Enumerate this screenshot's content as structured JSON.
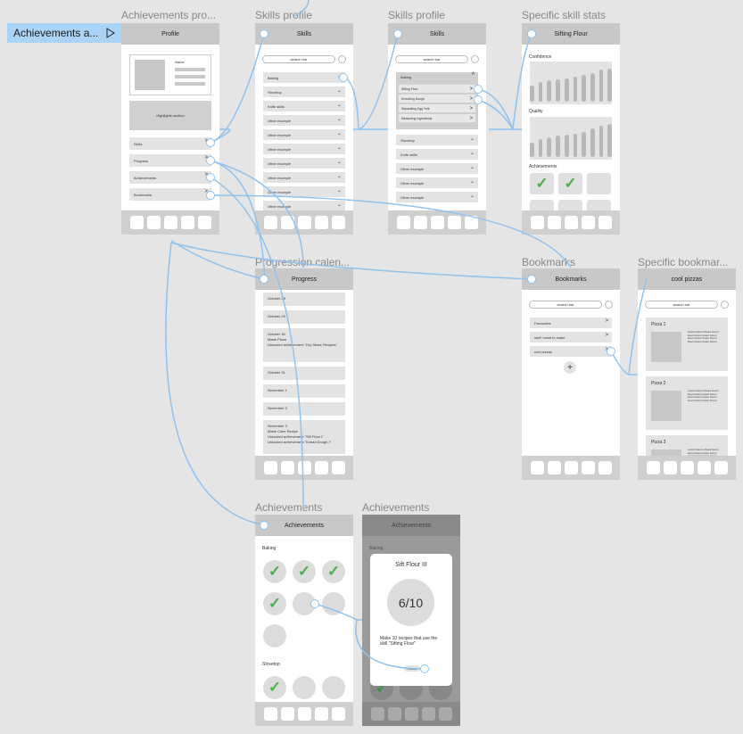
{
  "sidebar": {
    "flow_label": "Achievements a...",
    "play_icon": "play-outline-icon"
  },
  "frame_titles": {
    "profile": "Achievements pro...",
    "skills": "Skills profile",
    "skills_expanded": "Skills profile",
    "skill_stats": "Specific skill stats",
    "progress": "Progression calen...",
    "bookmarks": "Bookmarks",
    "bookmark_detail": "Specific bookmar...",
    "achievements": "Achievements",
    "achievements_modal": "Achievements"
  },
  "profile": {
    "header": "Profile",
    "name_label": "Name",
    "highlights": "Highlights section",
    "menu": [
      "Skills",
      "Progress",
      "Achievements",
      "Bookmarks"
    ]
  },
  "skills": {
    "header": "Skills",
    "search_placeholder": "search bar",
    "items": [
      "Baking",
      "Stovetop",
      "Knife skills",
      "Other example",
      "Other example",
      "Other example",
      "Other example",
      "Other example",
      "Other example",
      "Other example"
    ]
  },
  "skills_expanded": {
    "header": "Skills",
    "search_placeholder": "search bar",
    "category": "Baking",
    "subitems": [
      "Sifting Flour",
      "Kneading Dough",
      "Separating Egg Yolk",
      "Measuring ingredients"
    ],
    "items": [
      "Stovetop",
      "Knife skills",
      "Other example",
      "Other example",
      "Other example"
    ]
  },
  "skill_stats": {
    "header": "Sifting Flour",
    "confidence_label": "Confidence",
    "quality_label": "Quality",
    "achievements_label": "Achievements",
    "confidence_levels": [
      0.45,
      0.55,
      0.6,
      0.62,
      0.66,
      0.7,
      0.74,
      0.8,
      0.9,
      0.92
    ],
    "quality_levels": [
      0.4,
      0.5,
      0.55,
      0.6,
      0.62,
      0.66,
      0.7,
      0.8,
      0.88,
      0.92
    ],
    "achievements_earned": [
      true,
      true,
      false,
      false,
      false,
      false
    ]
  },
  "progress": {
    "header": "Progress",
    "entries": [
      {
        "date": "October 28",
        "notes": []
      },
      {
        "date": "October 29",
        "notes": []
      },
      {
        "date": "October 30",
        "notes": [
          "Made Pizza",
          "Unlocked achievement \"Dry Share Recipes\""
        ]
      },
      {
        "date": "October 31",
        "notes": []
      },
      {
        "date": "November 1",
        "notes": []
      },
      {
        "date": "November 2",
        "notes": []
      },
      {
        "date": "November 3",
        "notes": [
          "Made Cake Recipe",
          "Unlocked achievement \"Sift Flour I\"",
          "Unlocked achievement \"Knead Dough I\""
        ]
      }
    ]
  },
  "bookmarks": {
    "header": "Bookmarks",
    "search_placeholder": "search bar",
    "items": [
      "Favourites",
      "stuff i want to make",
      "cool pizzas"
    ],
    "add_label": "+"
  },
  "bookmark_detail": {
    "header": "cool pizzas",
    "search_placeholder": "search bar",
    "pizzas": [
      "Pizza 1",
      "Pizza 2",
      "Pizza 3"
    ],
    "lorem": "Lorem ipsum chees lorem lorem lorem lorem lorem lorem lorem lorem lorem lorem lorem lorem lorem"
  },
  "achievements": {
    "header": "Achievements",
    "baking_label": "Baking",
    "stovetop_label": "Stovetop",
    "baking_earned": [
      true,
      true,
      true,
      true,
      false,
      false,
      false
    ],
    "stovetop_earned": [
      true,
      false,
      false
    ]
  },
  "achievements_modal": {
    "header": "Achievements",
    "baking_label": "Baking",
    "modal_title": "Sift Flour III",
    "progress_text": "6/10",
    "description": "Make 10 recipes that use the skill \"Sifting Flour\"",
    "close_label": "Close"
  },
  "colors": {
    "wire": "#8fc3ee",
    "check": "#4caf50",
    "tab": "#a9d4f5"
  }
}
